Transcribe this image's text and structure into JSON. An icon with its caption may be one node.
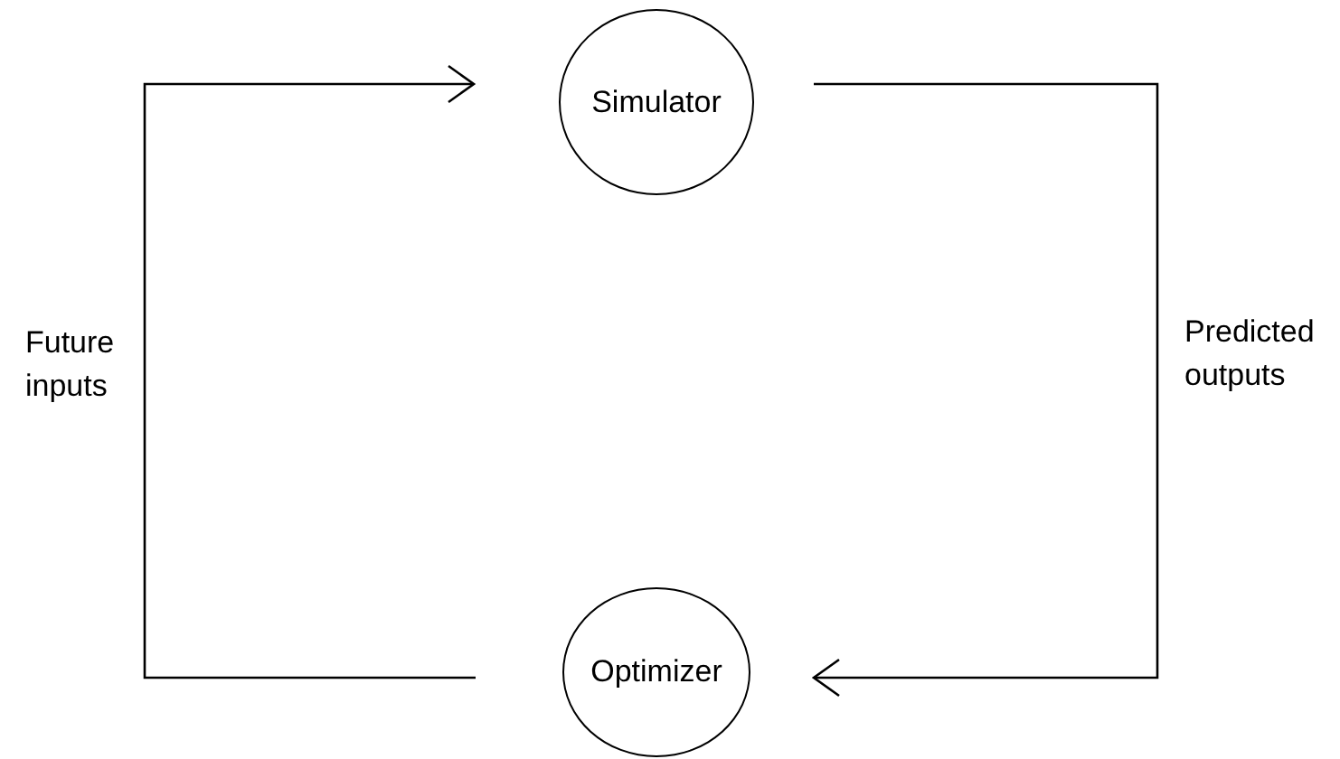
{
  "diagram": {
    "nodes": [
      {
        "text": [
          "Simulator"
        ]
      },
      {
        "text": [
          "Optimizer"
        ]
      }
    ],
    "edges": [
      {
        "from": 1,
        "to": 0,
        "arrow": "to",
        "label": "Future inputs"
      },
      {
        "from": 0,
        "to": 1,
        "arrow": "to",
        "label": "Predicted outputs"
      }
    ]
  }
}
